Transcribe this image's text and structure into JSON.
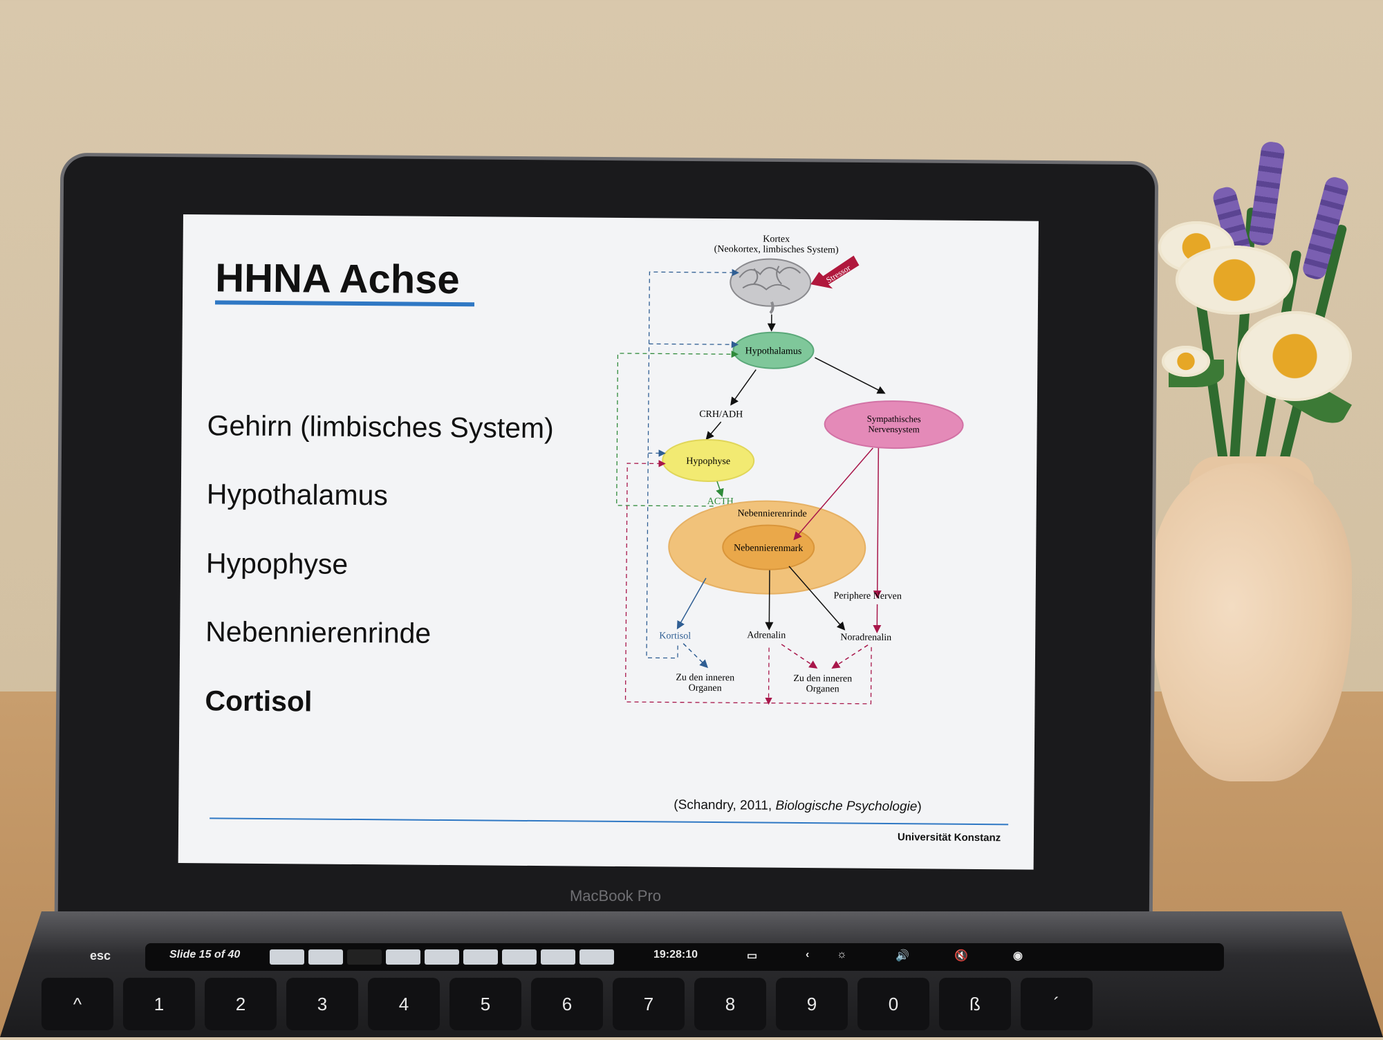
{
  "slide": {
    "title": "HHNA Achse",
    "bullets": [
      {
        "label": "Gehirn (limbisches System)"
      },
      {
        "label": "Hypothalamus"
      },
      {
        "label": "Hypophyse"
      },
      {
        "label": "Nebennierenrinde"
      },
      {
        "label": "Cortisol"
      }
    ],
    "citation_prefix": "(Schandry, 2011, ",
    "citation_italic": "Biologische Psychologie",
    "citation_suffix": ")",
    "footer": "Universität Konstanz"
  },
  "diagram": {
    "kortex_line1": "Kortex",
    "kortex_line2": "(Neokortex, limbisches System)",
    "stressor": "Stressor",
    "hypothalamus": "Hypothalamus",
    "crh": "CRH/ADH",
    "sympathisch_line1": "Sympathisches",
    "sympathisch_line2": "Nervensystem",
    "hypophyse": "Hypophyse",
    "acth": "ACTH",
    "nebennierenrinde": "Nebennierenrinde",
    "nebennierenmark": "Nebennierenmark",
    "periphere_nerven": "Periphere Nerven",
    "kortisol": "Kortisol",
    "adrenalin": "Adrenalin",
    "noradrenalin": "Noradrenalin",
    "organe_line1": "Zu den inneren",
    "organe_line2": "Organen",
    "colors": {
      "hypothalamus": "#7fc79a",
      "sympathisch": "#e48ab8",
      "hypophyse": "#f2ea72",
      "nebennierenrinde": "#f1c27a",
      "nebennierenmark": "#eaa84a",
      "blue_arrow": "#2f5e93",
      "red_arrow": "#a8164a",
      "green_arrow": "#2f8a3a"
    }
  },
  "laptop": {
    "brand": "MacBook Pro",
    "touchbar": {
      "esc": "esc",
      "slide_counter": "Slide 15 of 40",
      "clock": "19:28:10"
    },
    "keys": [
      "^",
      "1",
      "2",
      "3",
      "4",
      "5",
      "6",
      "7",
      "8",
      "9",
      "0",
      "ß",
      "´"
    ]
  }
}
